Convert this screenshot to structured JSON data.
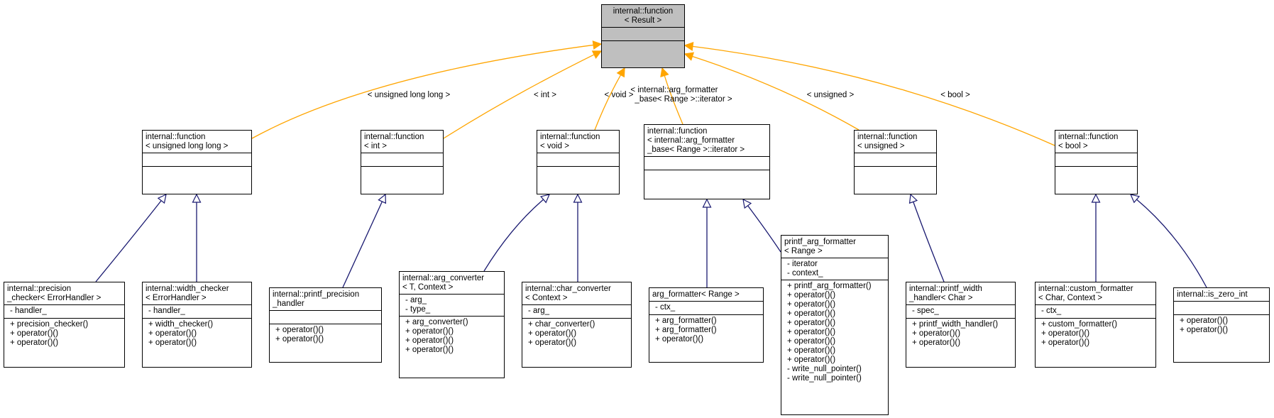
{
  "colors": {
    "template_edge": "#ffa500",
    "inherit_edge": "#191970",
    "root_fill": "#bfbfbf"
  },
  "root": {
    "title": [
      "internal::function",
      "< Result >"
    ],
    "attributes": [],
    "methods": []
  },
  "level1": [
    {
      "id": "ull",
      "title": [
        "internal::function",
        "< unsigned long long >"
      ],
      "edge_label": [
        "< unsigned long long >"
      ],
      "attributes": [],
      "methods": []
    },
    {
      "id": "int",
      "title": [
        "internal::function",
        "< int >"
      ],
      "edge_label": [
        "< int >"
      ],
      "attributes": [],
      "methods": []
    },
    {
      "id": "void",
      "title": [
        "internal::function",
        "< void >"
      ],
      "edge_label": [
        "< void >"
      ],
      "attributes": [],
      "methods": []
    },
    {
      "id": "iter",
      "title": [
        "internal::function",
        "< internal::arg_formatter",
        "_base< Range >::iterator >"
      ],
      "edge_label": [
        "< internal::arg_formatter",
        "_base< Range >::iterator >"
      ],
      "attributes": [],
      "methods": []
    },
    {
      "id": "uns",
      "title": [
        "internal::function",
        "< unsigned >"
      ],
      "edge_label": [
        "< unsigned >"
      ],
      "attributes": [],
      "methods": []
    },
    {
      "id": "bool",
      "title": [
        "internal::function",
        "< bool >"
      ],
      "edge_label": [
        "< bool >"
      ],
      "attributes": [],
      "methods": []
    }
  ],
  "level2": [
    {
      "id": "prec_checker",
      "parent": "ull",
      "title": [
        "internal::precision",
        "_checker< ErrorHandler >"
      ],
      "attributes": [
        "- handler_"
      ],
      "methods": [
        "+ precision_checker()",
        "+ operator()()",
        "+ operator()()"
      ]
    },
    {
      "id": "width_checker",
      "parent": "ull",
      "title": [
        "internal::width_checker",
        "< ErrorHandler >"
      ],
      "attributes": [
        "- handler_"
      ],
      "methods": [
        "+ width_checker()",
        "+ operator()()",
        "+ operator()()"
      ]
    },
    {
      "id": "printf_prec",
      "parent": "int",
      "title": [
        "internal::printf_precision",
        "_handler"
      ],
      "attributes": [],
      "methods": [
        "+ operator()()",
        "+ operator()()"
      ]
    },
    {
      "id": "arg_conv",
      "parent": "void",
      "title": [
        "internal::arg_converter",
        "< T, Context >"
      ],
      "attributes": [
        "- arg_",
        "- type_"
      ],
      "methods": [
        "+ arg_converter()",
        "+ operator()()",
        "+ operator()()",
        "+ operator()()"
      ]
    },
    {
      "id": "char_conv",
      "parent": "void",
      "title": [
        "internal::char_converter",
        "< Context >"
      ],
      "attributes": [
        "- arg_"
      ],
      "methods": [
        "+ char_converter()",
        "+ operator()()",
        "+ operator()()"
      ]
    },
    {
      "id": "arg_fmt",
      "parent": "iter",
      "title": [
        "arg_formatter< Range >"
      ],
      "attributes": [
        "- ctx_"
      ],
      "methods": [
        "+ arg_formatter()",
        "+ arg_formatter()",
        "+ operator()()"
      ]
    },
    {
      "id": "printf_arg_fmt",
      "parent": "iter",
      "title": [
        "printf_arg_formatter",
        "< Range >"
      ],
      "attributes": [
        "- iterator",
        "- context_"
      ],
      "methods": [
        "+ printf_arg_formatter()",
        "+ operator()()",
        "+ operator()()",
        "+ operator()()",
        "+ operator()()",
        "+ operator()()",
        "+ operator()()",
        "+ operator()()",
        "+ operator()()",
        "- write_null_pointer()",
        "- write_null_pointer()"
      ]
    },
    {
      "id": "printf_width",
      "parent": "uns",
      "title": [
        "internal::printf_width",
        "_handler< Char >"
      ],
      "attributes": [
        "- spec_"
      ],
      "methods": [
        "+ printf_width_handler()",
        "+ operator()()",
        "+ operator()()"
      ]
    },
    {
      "id": "custom_fmt",
      "parent": "bool",
      "title": [
        "internal::custom_formatter",
        "< Char, Context >"
      ],
      "attributes": [
        "- ctx_"
      ],
      "methods": [
        "+ custom_formatter()",
        "+ operator()()",
        "+ operator()()"
      ]
    },
    {
      "id": "is_zero_int",
      "parent": "bool",
      "title": [
        "internal::is_zero_int"
      ],
      "attributes": [],
      "methods": [
        "+ operator()()",
        "+ operator()()"
      ]
    }
  ]
}
